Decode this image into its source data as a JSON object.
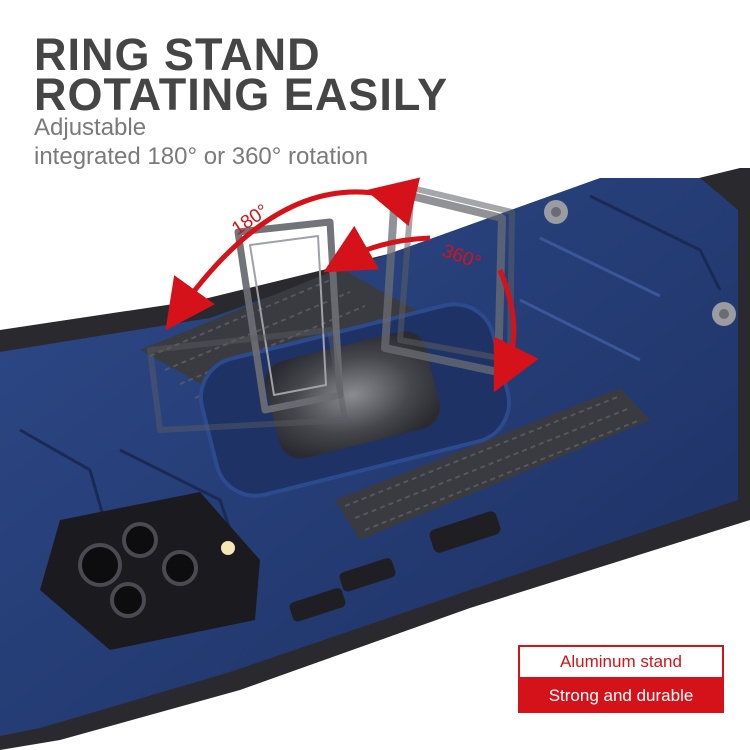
{
  "headline": {
    "line1": "RING STAND",
    "line2": "ROTATING EASILY"
  },
  "subheadline": {
    "line1": "Adjustable",
    "line2": "integrated 180° or 360° rotation"
  },
  "annotations": {
    "angle_small": "180°",
    "angle_large": "360°"
  },
  "features": [
    {
      "label": "Aluminum stand"
    },
    {
      "label": "Strong and durable"
    }
  ],
  "colors": {
    "case_blue": "#24396f",
    "bumper_black": "#2a2a2e",
    "accent_red": "#d5121a",
    "headline_gray": "#454545",
    "subtext_gray": "#7a7a7a"
  }
}
